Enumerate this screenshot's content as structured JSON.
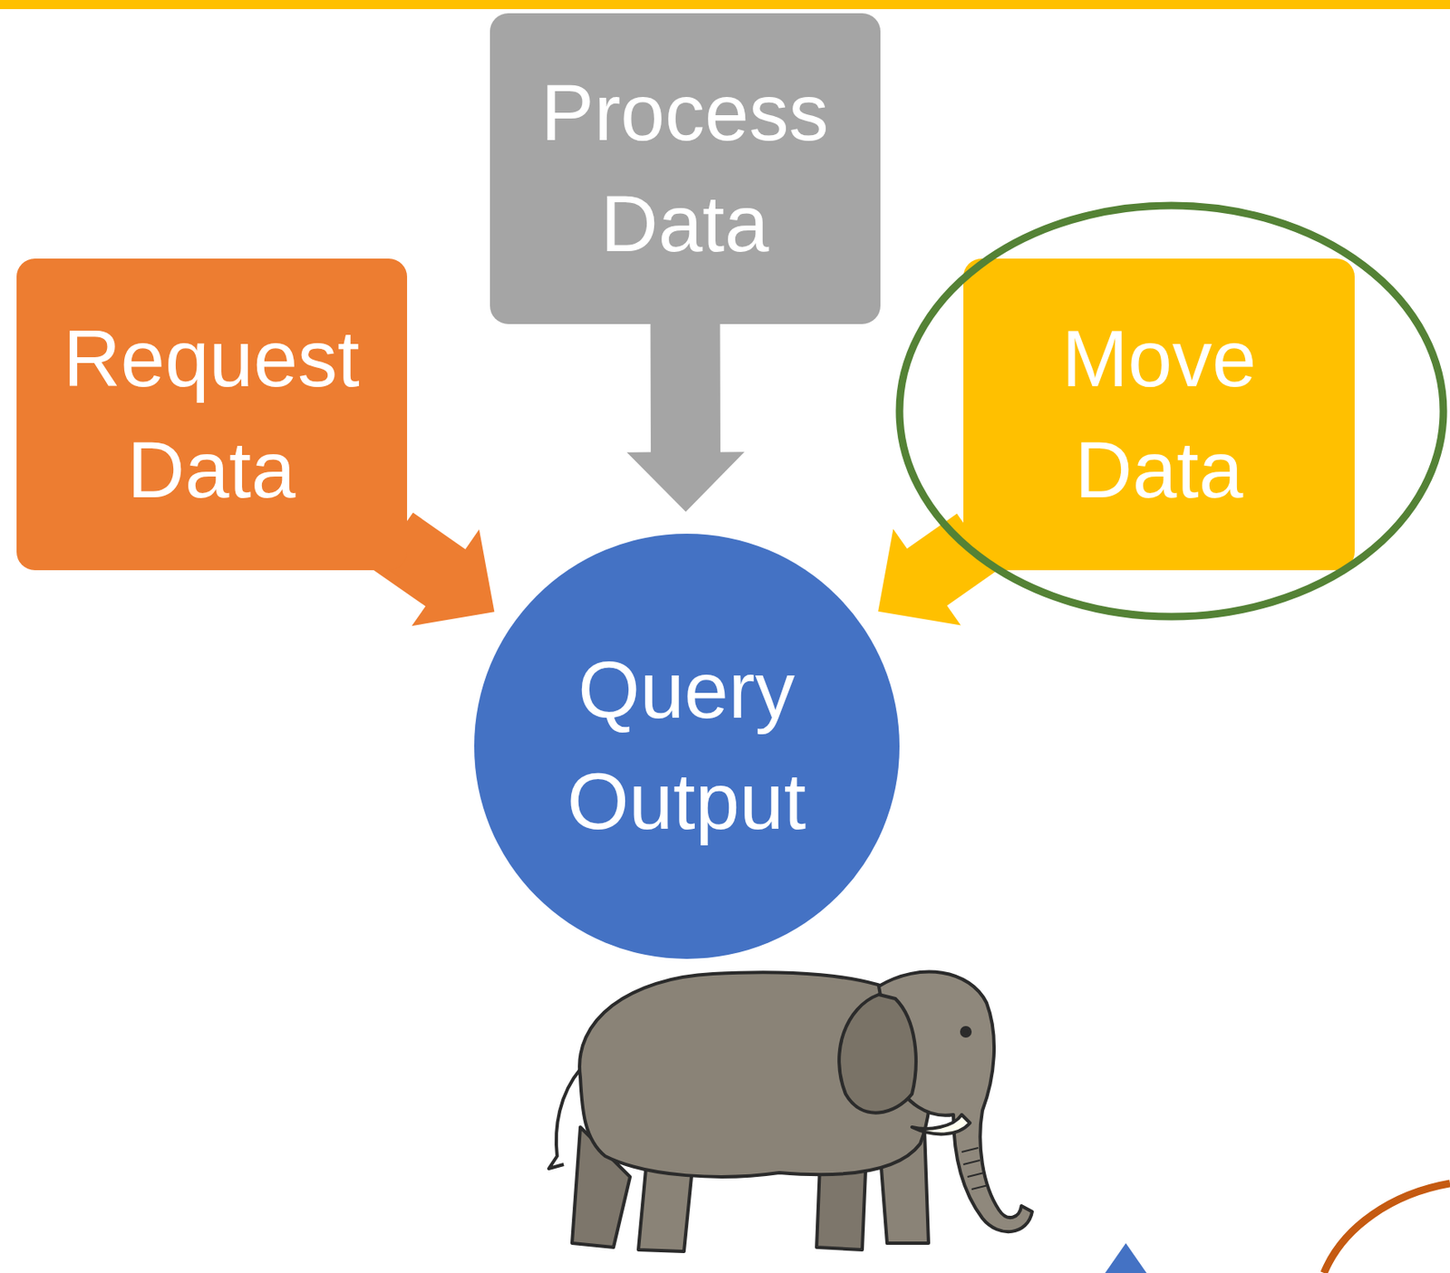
{
  "diagram": {
    "nodes": [
      {
        "text": [
          "Process Data"
        ]
      },
      {
        "text": [
          "Request Data"
        ]
      },
      {
        "text": [
          "Move Data"
        ]
      },
      {
        "text": [
          "Query Output"
        ]
      }
    ],
    "edges": [
      {
        "from": 1,
        "to": 3,
        "arrow": "to"
      },
      {
        "from": 0,
        "to": 3,
        "arrow": "to"
      },
      {
        "from": 2,
        "to": 3,
        "arrow": "to"
      }
    ]
  }
}
